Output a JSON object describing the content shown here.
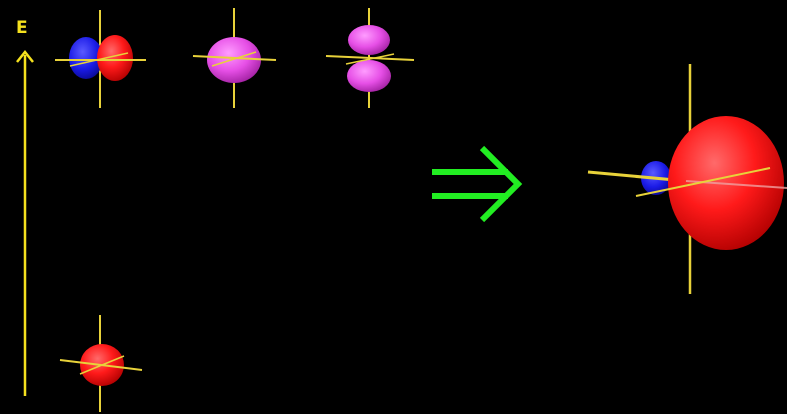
{
  "diagram": {
    "energy_axis_label": "E",
    "colors": {
      "background": "#000000",
      "axis": "#f5e11e",
      "arrow": "#22ee22",
      "orbital_red": "#ff1a1a",
      "orbital_blue": "#1a1ae6",
      "orbital_magenta": "#e64fe6"
    },
    "orbitals": [
      {
        "kind": "p-orbital",
        "phases": [
          "blue",
          "red"
        ],
        "level": "upper"
      },
      {
        "kind": "d-orbital",
        "phases": [
          "magenta"
        ],
        "level": "upper"
      },
      {
        "kind": "d-orbital",
        "phases": [
          "magenta"
        ],
        "level": "upper"
      },
      {
        "kind": "s-orbital",
        "phases": [
          "red"
        ],
        "level": "lower"
      }
    ],
    "result": {
      "kind": "hybrid-orbital",
      "phases": [
        "blue",
        "red"
      ]
    },
    "arrow_symbol": "double-arrow-right"
  }
}
